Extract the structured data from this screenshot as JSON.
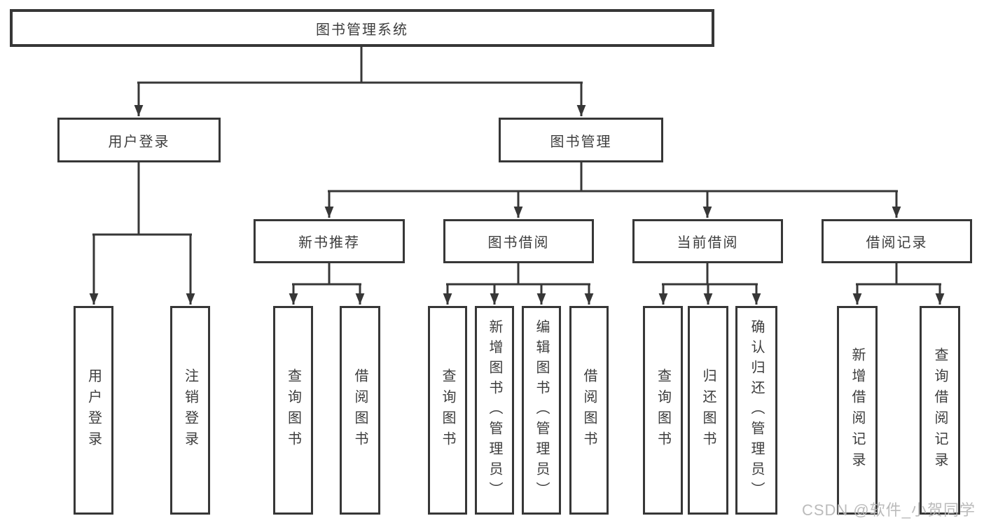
{
  "diagram": {
    "root": {
      "label": "图书管理系统",
      "children": [
        {
          "label": "用户登录",
          "children": [
            {
              "label": "用户登录"
            },
            {
              "label": "注销登录"
            }
          ]
        },
        {
          "label": "图书管理",
          "children": [
            {
              "label": "新书推荐",
              "children": [
                {
                  "label": "查询图书"
                },
                {
                  "label": "借阅图书"
                }
              ]
            },
            {
              "label": "图书借阅",
              "children": [
                {
                  "label": "查询图书"
                },
                {
                  "label": "新增图书（管理员）"
                },
                {
                  "label": "编辑图书（管理员）"
                },
                {
                  "label": "借阅图书"
                }
              ]
            },
            {
              "label": "当前借阅",
              "children": [
                {
                  "label": "查询图书"
                },
                {
                  "label": "归还图书"
                },
                {
                  "label": "确认归还（管理员）"
                }
              ]
            },
            {
              "label": "借阅记录",
              "children": [
                {
                  "label": "新增借阅记录"
                },
                {
                  "label": "查询借阅记录"
                }
              ]
            }
          ]
        }
      ]
    }
  },
  "watermark": "CSDN @软件_小贺同学",
  "colors": {
    "line": "#373737",
    "box_border": "#373737",
    "text": "#3d3d3d",
    "watermark_text": "#b8b8b8",
    "background": "#ffffff"
  }
}
